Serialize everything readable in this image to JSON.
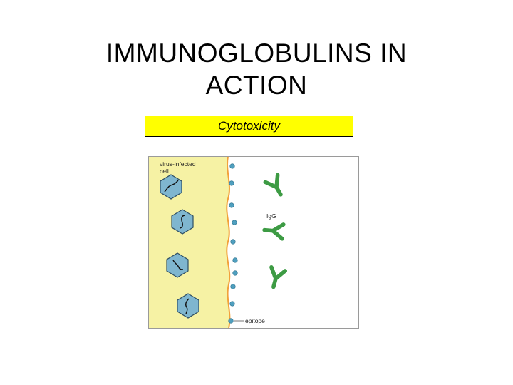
{
  "title": {
    "line1": "IMMUNOGLOBULINS IN",
    "line2": "ACTION"
  },
  "label_box": {
    "text": "Cytotoxicity"
  },
  "figure": {
    "cell_label_line1": "virus-infected",
    "cell_label_line2": "cell",
    "antibody_label": "IgG",
    "epitope_label": "epitope",
    "colors": {
      "cell_fill": "#f6f2a4",
      "membrane": "#f2a13b",
      "epitope": "#4f9fbf",
      "antibody": "#3d9b44",
      "virus": "#7fb6cf"
    }
  }
}
